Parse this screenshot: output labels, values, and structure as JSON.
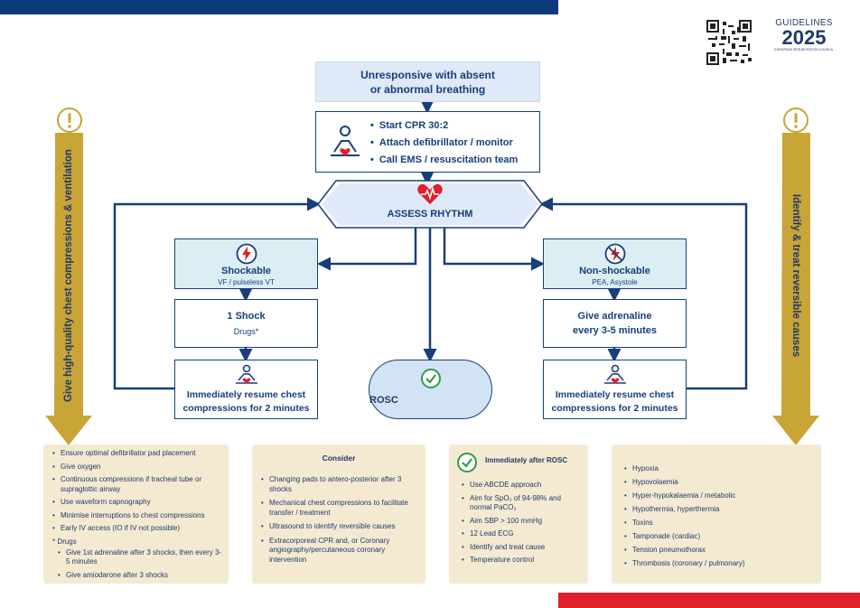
{
  "header": {
    "logo_line1": "GUIDELINES",
    "logo_year": "2025",
    "logo_org": "EUROPEAN RESUSCITATION COUNCIL"
  },
  "flow": {
    "top_line1": "Unresponsive with absent",
    "top_line2": "or abnormal breathing",
    "cpr_items": [
      "Start CPR 30:2",
      "Attach defibrillator / monitor",
      "Call EMS / resuscitation team"
    ],
    "assess": "ASSESS RHYTHM",
    "shockable_title": "Shockable",
    "shockable_sub": "VF / pulseless VT",
    "shock_title": "1 Shock",
    "shock_sub": "Drugs*",
    "nonshock_title": "Non-shockable",
    "nonshock_sub": "PEA, Asystole",
    "adren_line1": "Give adrenaline",
    "adren_line2": "every 3-5 minutes",
    "resume_line1": "Immediately resume chest",
    "resume_line2": "compressions for 2 minutes",
    "rosc": "ROSC"
  },
  "side": {
    "left": "Give high-quality chest compressions & ventilation",
    "right": "Identify & treat reversible causes"
  },
  "panels": {
    "quality": [
      "Ensure optimal defibrillator pad placement",
      "Give oxygen",
      "Continuous compressions if tracheal tube or supraglottic airway",
      "Use waveform capnography",
      "Minimise interruptions to chest compressions",
      "Early IV access (IO if IV not possible)"
    ],
    "drugs_label": "* Drugs",
    "drugs": [
      "Give 1st adrenaline after 3 shocks, then every 3-5 minutes",
      "Give amiodarone after 3 shocks"
    ],
    "consider_title": "Consider",
    "consider": [
      "Changing pads to antero-posterior after 3 shocks",
      "Mechanical chest compressions to facilitate transfer / treatment",
      "Ultrasound to identify reversible causes",
      "Extracorporeal CPR and, or Coronary angiography/percutaneous coronary intervention"
    ],
    "after_title": "Immediately after ROSC",
    "after": [
      "Use ABCDE approach",
      "Aim for SpO₂ of 94-98% and normal PaCO₂",
      "Aim SBP > 100 mmHg",
      "12 Lead ECG",
      "Identify and treat cause",
      "Temperature control"
    ],
    "causes": [
      "Hypoxia",
      "Hypovolaemia",
      "Hyper-hypokalaemia / metabolic",
      "Hypothermia, hyperthermia",
      "Toxins",
      "Tamponade (cardiac)",
      "Tension pneumothorax",
      "Thrombosis (coronary / pulmonary)"
    ]
  },
  "colors": {
    "navy": "#163f7a",
    "gold": "#c9a436",
    "red": "#e0202b",
    "panel": "#f4ead2"
  }
}
